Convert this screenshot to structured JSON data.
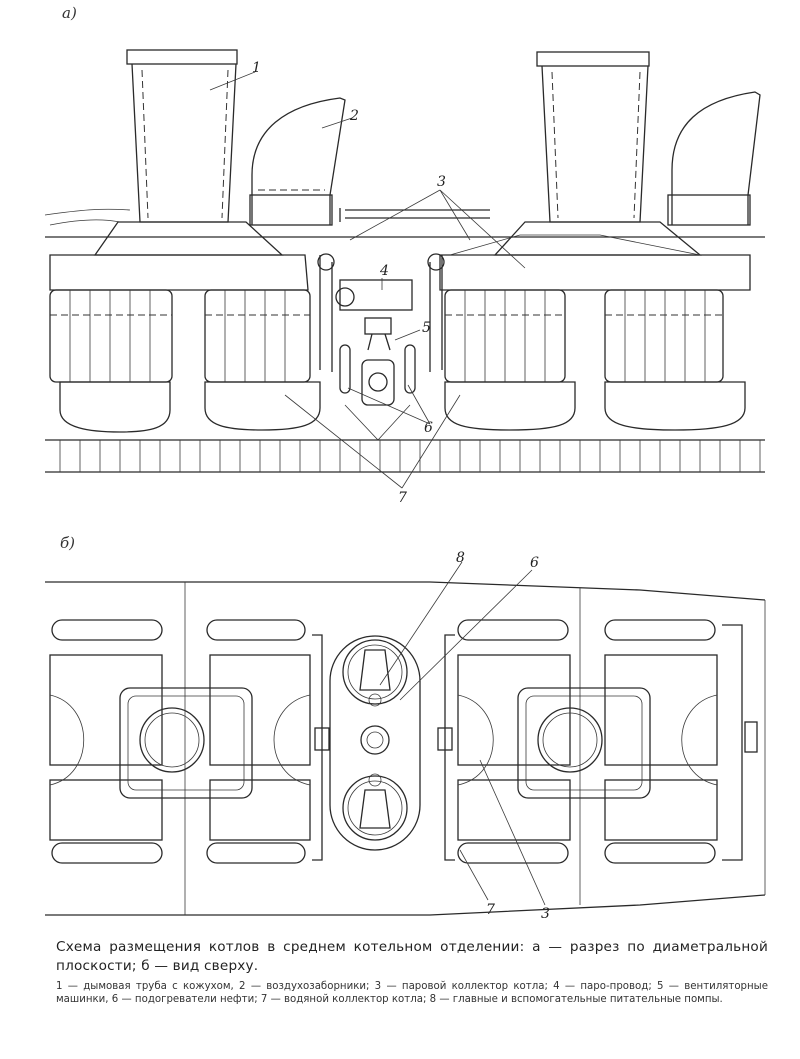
{
  "panels": {
    "a": "а)",
    "b": "б)"
  },
  "callouts": {
    "a": [
      "1",
      "2",
      "3",
      "4",
      "5",
      "6",
      "7"
    ],
    "b": [
      "8",
      "6",
      "7",
      "3"
    ]
  },
  "caption": {
    "title": "Схема размещения котлов в среднем котельном отделении: а — разрез по диаметральной плоскости; б — вид сверху.",
    "legend": "1 — дымовая труба с кожухом, 2 — воздухозаборники; 3 — паровой коллектор котла; 4 — паро-провод; 5 — вентиляторные машинки, 6 — подогреватели нефти; 7 — водяной коллектор котла; 8 — главные и вспомогательные питательные помпы."
  }
}
